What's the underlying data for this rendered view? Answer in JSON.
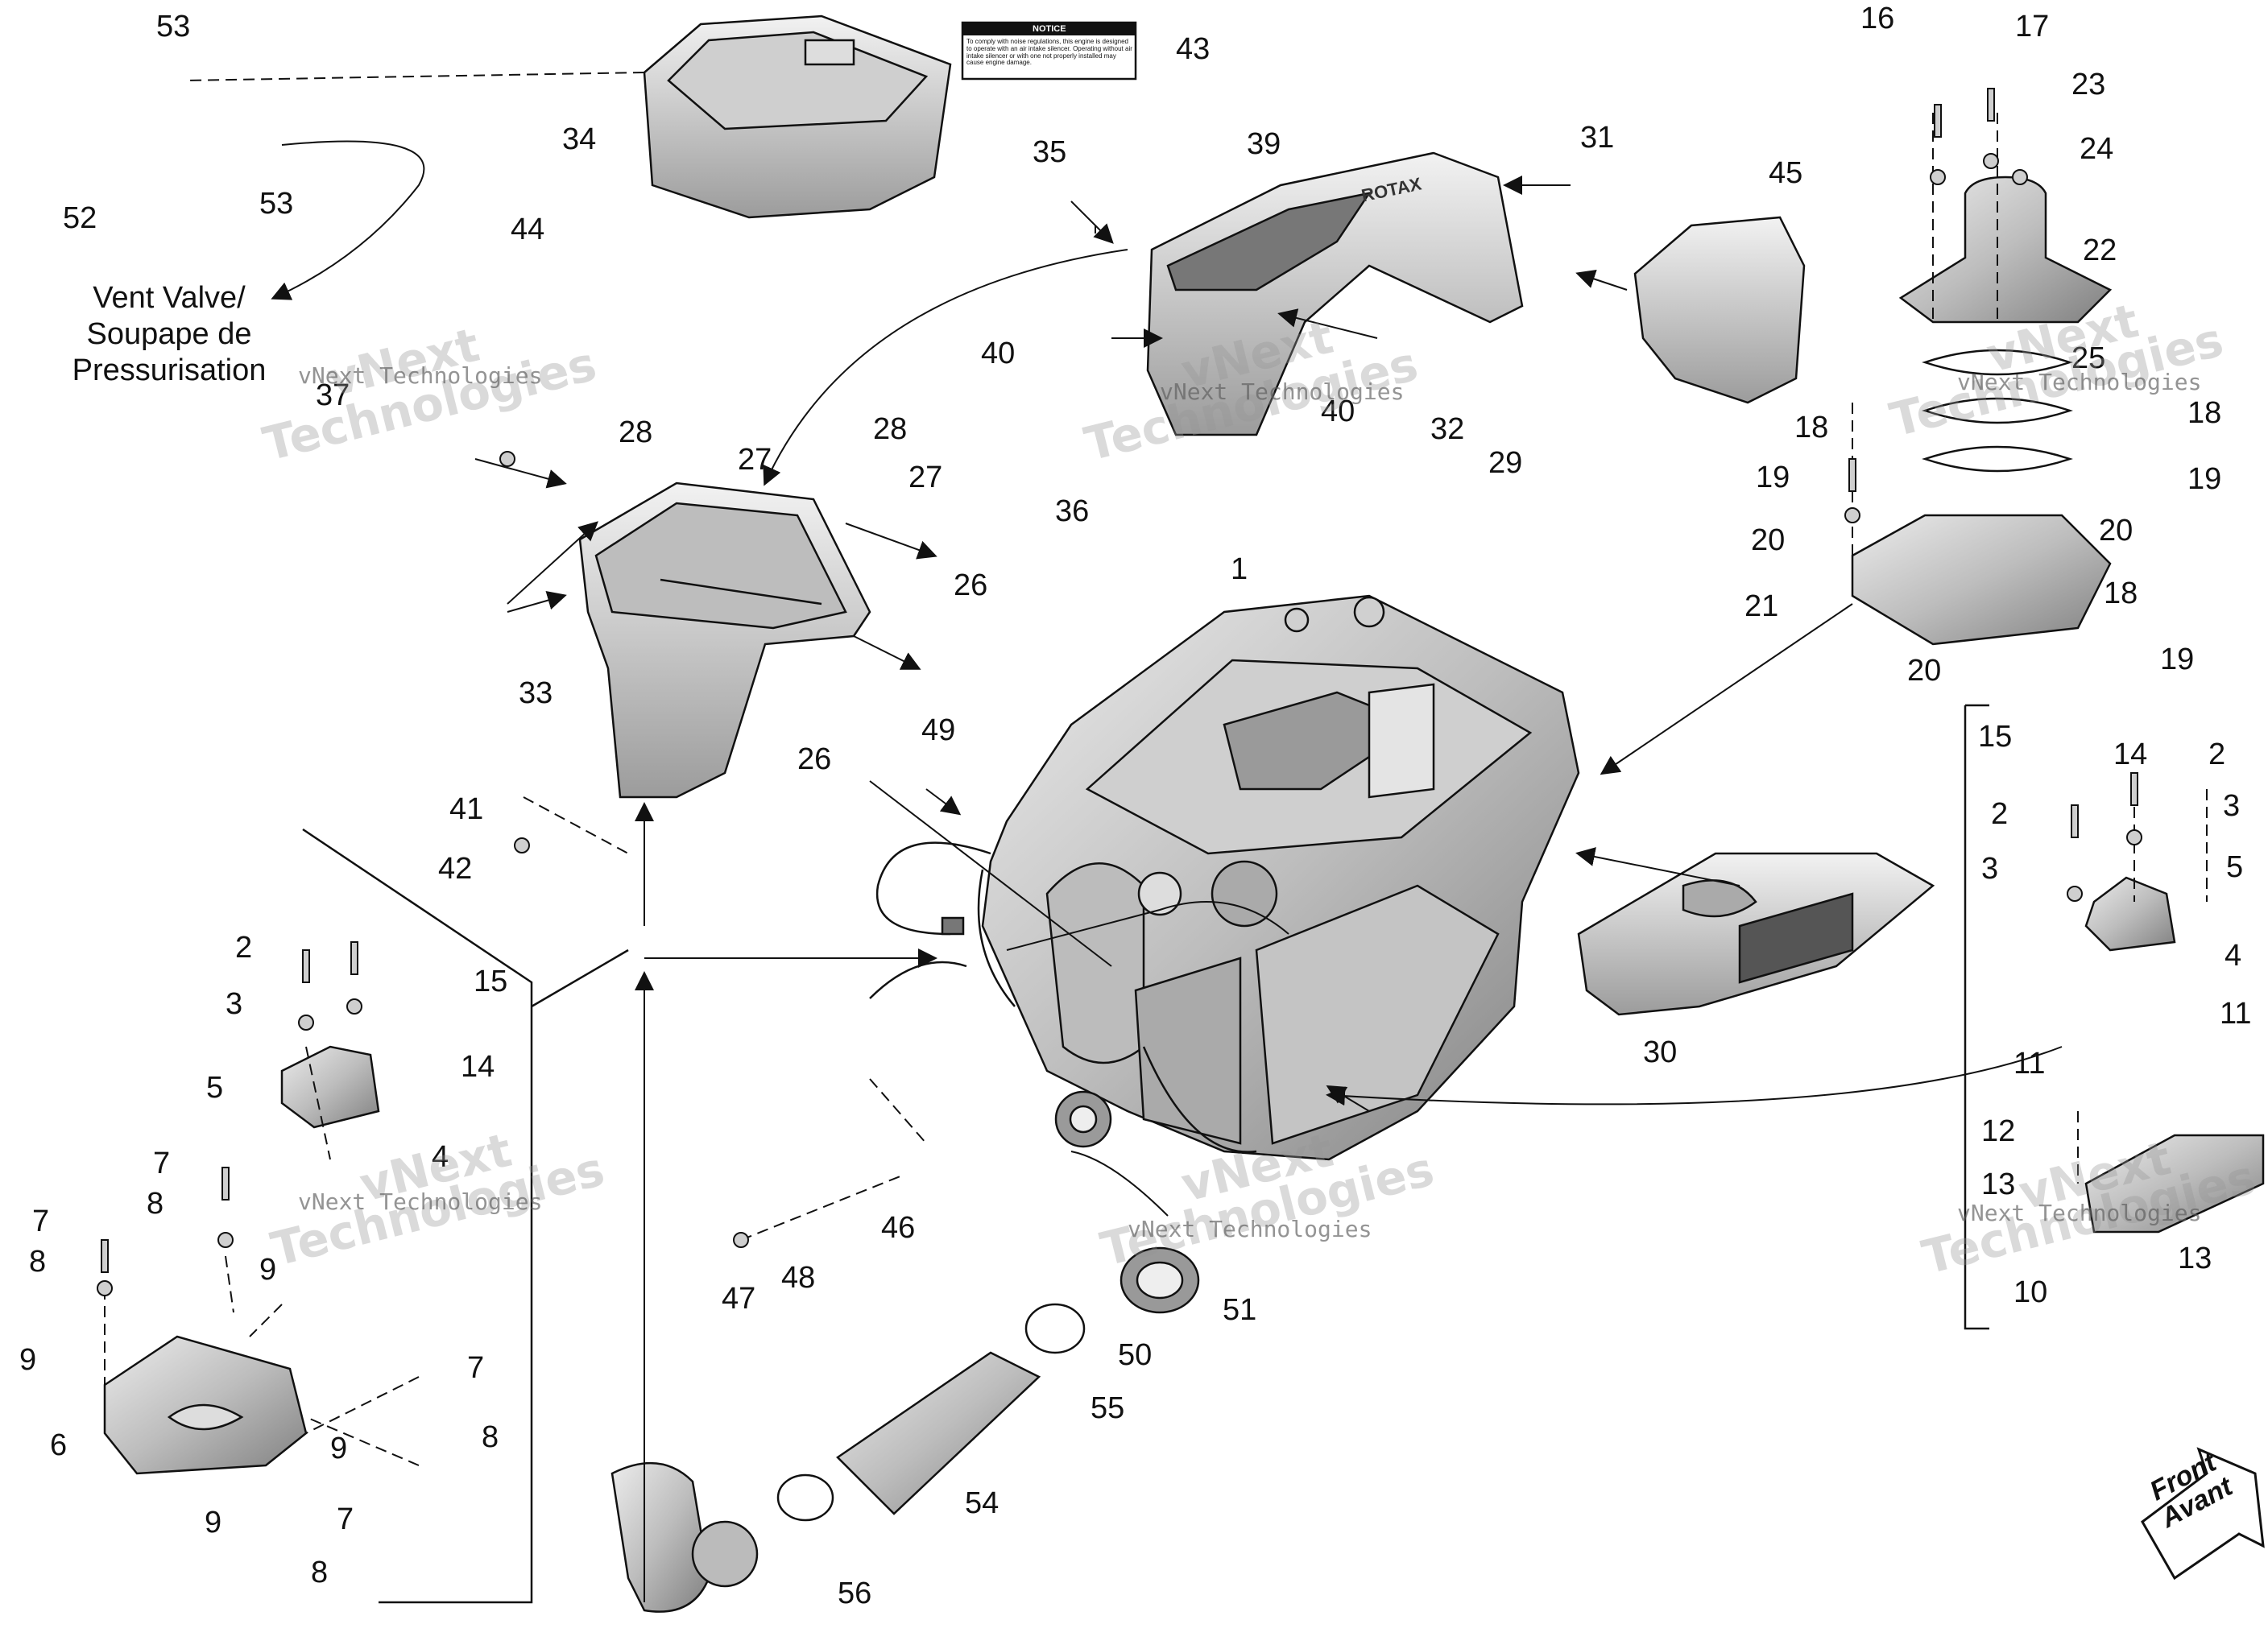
{
  "callouts": [
    "1",
    "2",
    "3",
    "4",
    "5",
    "6",
    "7",
    "8",
    "9",
    "10",
    "11",
    "12",
    "13",
    "14",
    "15",
    "16",
    "17",
    "18",
    "19",
    "20",
    "21",
    "22",
    "23",
    "24",
    "25",
    "26",
    "27",
    "28",
    "29",
    "30",
    "31",
    "32",
    "33",
    "34",
    "35",
    "36",
    "37",
    "39",
    "40",
    "41",
    "42",
    "43",
    "44",
    "45",
    "46",
    "47",
    "48",
    "49",
    "50",
    "51",
    "52",
    "53",
    "54",
    "55",
    "56"
  ],
  "labels": {
    "vent_valve_en": "Vent Valve/",
    "vent_valve_fr1": "Soupape de",
    "vent_valve_fr2": "Pressurisation",
    "front_en": "Front",
    "front_fr": "Avant",
    "notice_title": "NOTICE",
    "notice_body": "To comply with noise regulations, this engine is designed to operate with an air intake silencer. Operating without air intake silencer or with one not properly installed may cause engine damage.",
    "brand": "ROTAX"
  },
  "watermarks": {
    "line1": "vNext",
    "line2": "Technologies",
    "small": "vNext Technologies"
  },
  "style": {
    "ink": "#111111",
    "part_fill": "#d9d9d9",
    "part_shade": "#9a9a9a",
    "background": "#ffffff"
  }
}
